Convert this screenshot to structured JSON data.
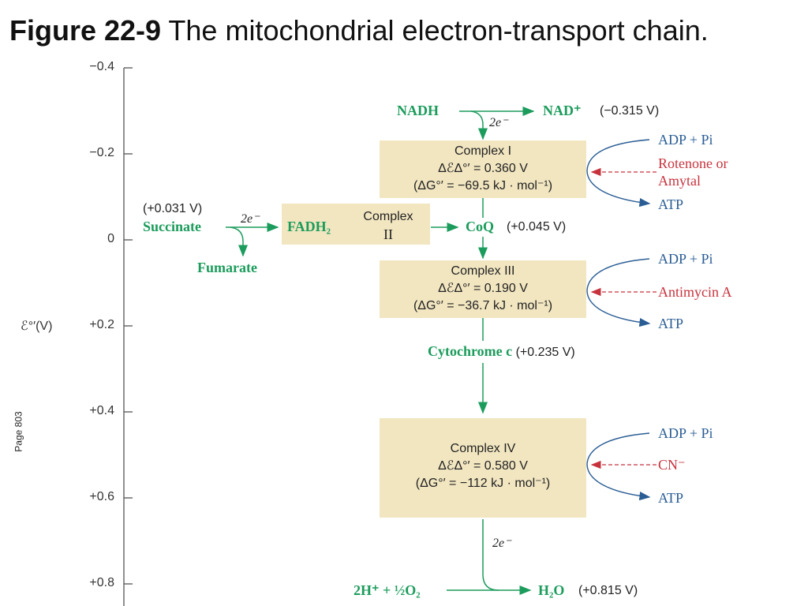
{
  "title": {
    "bold": "Figure 22-9",
    "rest": " The mitochondrial electron-transport chain."
  },
  "page_label": "Page 803",
  "axis": {
    "label": "ℰ°′(V)",
    "ticks": [
      "−0.4",
      "−0.2",
      "0",
      "+0.2",
      "+0.4",
      "+0.6",
      "+0.8"
    ]
  },
  "top": {
    "nadh": "NADH",
    "electrons": "2e⁻",
    "nad_plus": "NAD⁺",
    "nad_potential": "(−0.315 V)"
  },
  "complex1": {
    "name": "Complex I",
    "delta_e": "ΔℰΔ°′ = 0.360 V",
    "delta_g": "(ΔG°′ = −69.5 kJ · mol⁻¹)",
    "adp": "ADP + Pi",
    "inhibitor_line1": "Rotenone or",
    "inhibitor_line2": "Amytal",
    "atp": "ATP"
  },
  "succinate": {
    "potential": "(+0.031 V)",
    "name": "Succinate",
    "electrons": "2e⁻",
    "fadh2": "FADH₂",
    "fumarate": "Fumarate"
  },
  "complex2": {
    "line1": "Complex",
    "line2": "II"
  },
  "coq": {
    "name": "CoQ",
    "potential": "(+0.045 V)"
  },
  "complex3": {
    "name": "Complex III",
    "delta_e": "ΔℰΔ°′ = 0.190 V",
    "delta_g": "(ΔG°′ = −36.7 kJ · mol⁻¹)",
    "adp": "ADP + Pi",
    "inhibitor": "Antimycin A",
    "atp": "ATP"
  },
  "cytc": {
    "name": "Cytochrome c",
    "potential": "(+0.235 V)"
  },
  "complex4": {
    "name": "Complex IV",
    "delta_e": "ΔℰΔ°′ = 0.580 V",
    "delta_g": "(ΔG°′ = −112 kJ · mol⁻¹)",
    "adp": "ADP + Pi",
    "inhibitor": "CN⁻",
    "atp": "ATP"
  },
  "bottom": {
    "electrons": "2e⁻",
    "reactant": "2H⁺ + ½O₂",
    "product": "H₂O",
    "product_potential": "(+0.815 V)"
  },
  "colors": {
    "green": "#1c9c5c",
    "blue": "#2a5d94",
    "red": "#c7333d",
    "box": "#f2e6c1"
  }
}
